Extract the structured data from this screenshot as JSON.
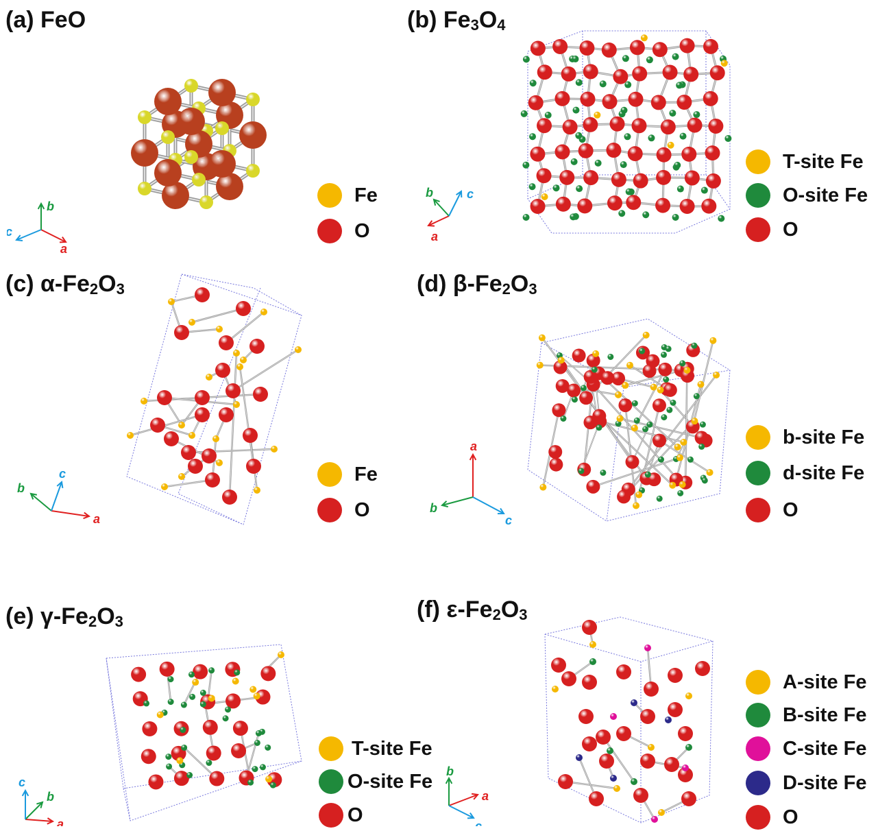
{
  "colors": {
    "fe_generic": "#f5b800",
    "o": "#d62020",
    "o_dark": "#b8401f",
    "fe_yellow": "#d9d72a",
    "t_site": "#f5b800",
    "o_site": "#1f8a3c",
    "c_site": "#e0109a",
    "d_site": "#2c2a8a",
    "axis_a": "#e02020",
    "axis_b": "#1a9a40",
    "axis_c": "#1a9ade"
  },
  "panels": [
    {
      "id": "a",
      "label": "(a)",
      "formula": "FeO",
      "legend": [
        {
          "text": "Fe",
          "color": "#f5b800"
        },
        {
          "text": "O",
          "color": "#d62020"
        }
      ],
      "axes": [
        "a",
        "b",
        "c"
      ]
    },
    {
      "id": "b",
      "label": "(b)",
      "formula": "Fe3O4",
      "legend": [
        {
          "text": "T-site Fe",
          "color": "#f5b800"
        },
        {
          "text": "O-site Fe",
          "color": "#1f8a3c"
        },
        {
          "text": "O",
          "color": "#d62020"
        }
      ],
      "axes": [
        "a",
        "b",
        "c"
      ]
    },
    {
      "id": "c",
      "label": "(c)",
      "formula": "α-Fe2O3",
      "legend": [
        {
          "text": "Fe",
          "color": "#f5b800"
        },
        {
          "text": "O",
          "color": "#d62020"
        }
      ],
      "axes": [
        "a",
        "b",
        "c"
      ]
    },
    {
      "id": "d",
      "label": "(d)",
      "formula": "β-Fe2O3",
      "legend": [
        {
          "text": "b-site Fe",
          "color": "#f5b800"
        },
        {
          "text": "d-site Fe",
          "color": "#1f8a3c"
        },
        {
          "text": "O",
          "color": "#d62020"
        }
      ],
      "axes": [
        "a",
        "b",
        "c"
      ]
    },
    {
      "id": "e",
      "label": "(e)",
      "formula": "γ-Fe2O3",
      "legend": [
        {
          "text": "T-site Fe",
          "color": "#f5b800"
        },
        {
          "text": "O-site Fe",
          "color": "#1f8a3c"
        },
        {
          "text": "O",
          "color": "#d62020"
        }
      ],
      "axes": [
        "a",
        "b",
        "c"
      ]
    },
    {
      "id": "f",
      "label": "(f)",
      "formula": "ε-Fe2O3",
      "legend": [
        {
          "text": "A-site Fe",
          "color": "#f5b800"
        },
        {
          "text": "B-site Fe",
          "color": "#1f8a3c"
        },
        {
          "text": "C-site Fe",
          "color": "#e0109a"
        },
        {
          "text": "D-site Fe",
          "color": "#2c2a8a"
        },
        {
          "text": "O",
          "color": "#d62020"
        }
      ],
      "axes": [
        "a",
        "b",
        "c"
      ]
    }
  ]
}
